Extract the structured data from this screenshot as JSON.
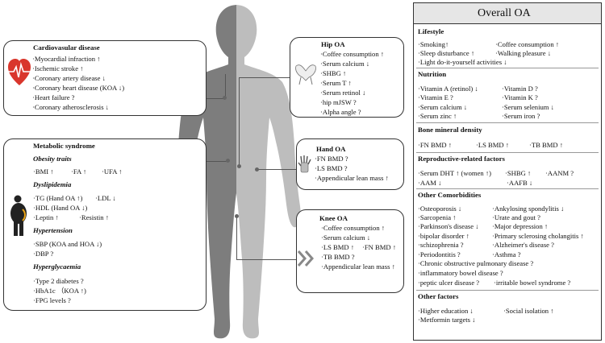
{
  "cardio": {
    "title": "Cardiovasular disease",
    "items": [
      "·Myocardial infraction ↑",
      "·Ischemic stroke ↑",
      "·Coronary artery disease ↓",
      "·Coronary heart disease (KOA ↓)",
      "·Heart failure ?",
      "·Coronary atherosclerosis ↓"
    ]
  },
  "metabolic": {
    "title": "Metabolic syndrome",
    "obesity": {
      "title": "Obesity traits",
      "bmi": "·BMI ↑",
      "fa": "·FA ↑",
      "ufa": "·UFA ↑"
    },
    "dyslipidemia": {
      "title": "Dyslipidemia",
      "tg": "·TG (Hand OA ↑)",
      "ldl": "·LDL ↓",
      "hdl": "·HDL (Hand OA ↓)",
      "leptin": "·Leptin ↑",
      "resistin": "·Resistin ↑"
    },
    "hypertension": {
      "title": "Hypertension",
      "sbp": "·SBP (KOA and HOA ↓)",
      "dbp": "·DBP ?"
    },
    "hyperglycaemia": {
      "title": "Hyperglycaemia",
      "t2d": "·Type 2 diabetes ?",
      "hba1c": "·HbA1c （KOA ↑)",
      "fpg": "·FPG levels ?"
    }
  },
  "hip": {
    "title": "Hip OA",
    "items": [
      "·Coffee consumption ↑",
      "·Serum calcium ↓",
      "·SHBG ↑",
      "·Serum T ↑",
      "·Serum retinol ↓",
      "·hip mJSW ?",
      "·Alpha angle ?"
    ]
  },
  "hand": {
    "title": "Hand OA",
    "items": [
      "·FN BMD ?",
      "·LS BMD ?",
      "·Appendicular lean mass ↑"
    ]
  },
  "knee": {
    "title": "Knee OA",
    "items": [
      "·Coffee consumption ↑",
      "·Serum calcium ↓",
      "·LS BMD ↑",
      "·FN BMD ↑",
      "·TB BMD ?",
      "·Appendicular lean mass ↑"
    ]
  },
  "overall": {
    "title": "Overall OA",
    "lifestyle": {
      "title": "Lifestyle",
      "smoking": "·Smoking↑",
      "coffee": "·Coffee consumption ↑",
      "sleep": "·Sleep disturbance ↑",
      "walking": "·Walking pleasure ↓",
      "diy": "·Light do-it-yourself activities ↓"
    },
    "nutrition": {
      "title": "Nutrition",
      "vita": "·Vitamin A (retinol) ↓",
      "vitd": "·Vitamin D ?",
      "vite": "·Vitamin E ?",
      "vitk": "·Vitamin K ?",
      "calcium": "·Serum calcium ↓",
      "selenium": "·Serum selenium ↓",
      "zinc": "·Serum zinc ↑",
      "iron": "·Serum iron ?"
    },
    "bmd": {
      "title": "Bone mineral density",
      "fn": "·FN BMD ↑",
      "ls": "·LS BMD ↑",
      "tb": "·TB BMD ↑"
    },
    "reproductive": {
      "title": "Reproductive-related factors",
      "dht": "·Serum DHT ↑ (women ↑)",
      "shbg": "·SHBG ↑",
      "aanm": "·AANM ?",
      "aam": "·AAM ↓",
      "aafb": "·AAFB ↓"
    },
    "comorbid": {
      "title": "Other Comorbidities",
      "osteo": "·Osteoporosis ↓",
      "ankyl": "·Ankylosing spondylitis ↓",
      "sarco": "·Sarcopenia ↑",
      "urate": "·Urate and gout ?",
      "park": "·Parkinson's disease ↓",
      "depress": "·Major depression ↑",
      "bipolar": "·bipolar disorder ↑",
      "psc": "·Primary sclerosing cholangitis ↑",
      "schizo": "·schizophrenia ?",
      "alz": "·Alzheimer's disease ?",
      "perio": "·Periodontitis ?",
      "asthma": "·Asthma ?",
      "copd": "·Chronic obstructive pulmonary disease ?",
      "ibd": "·inflammatory bowel disease ?",
      "ulcer": "·peptic ulcer disease ?",
      "ibs": "·irritable bowel syndrome ?"
    },
    "other": {
      "title": "Other factors",
      "edu": "·Higher education ↓",
      "social": "·Social isolation ↑",
      "metformin": "·Metformin targets ↓"
    }
  }
}
